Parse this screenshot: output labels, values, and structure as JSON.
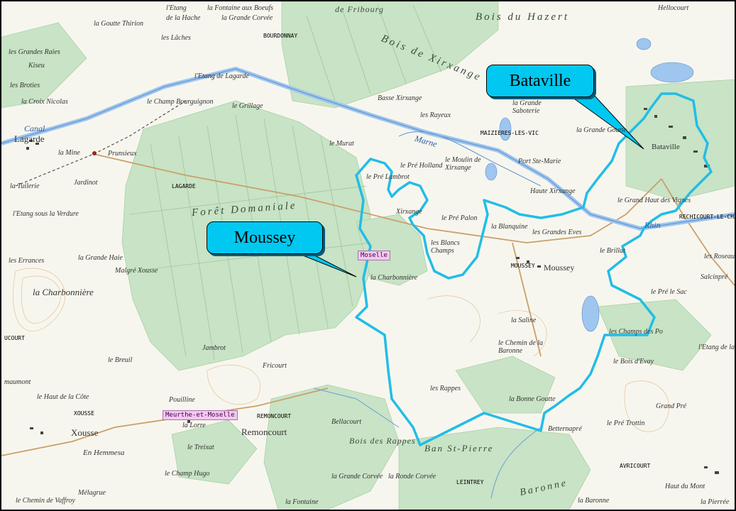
{
  "callouts": {
    "bataville": "Bataville",
    "moussey": "Moussey"
  },
  "departments": {
    "moselle": "Moselle",
    "meurthe": "Meurthe-et-Moselle"
  },
  "communes": {
    "bourdonnay": "BOURDONNAY",
    "maizieres": "MAIZIERES-LES-VIC",
    "lagarde": "LAGARDE",
    "rechicourt": "RECHICOURT-LE-CHATE",
    "moussey": "MOUSSEY",
    "xousse": "XOUSSE",
    "remoncourt": "REMONCOURT",
    "avricourt": "AVRICOURT",
    "leintrey": "LEINTREY",
    "ucourt": "UCOURT"
  },
  "places": {
    "foret_domaniale": "Forêt Domaniale",
    "bois_de_xirxange": "Bois de Xirxange",
    "bois_du_hazert": "Bois du Hazert",
    "de_fribourg": "de Fribourg",
    "bois_des_rappes": "Bois des Rappes",
    "ban_st_pierre": "Ban St-Pierre",
    "baronne": "Baronne",
    "charbonniere": "la Charbonnière",
    "charbonniere_left": "la Charbonnière",
    "lagarde_town": "Lagarde",
    "xousse_town": "Xousse",
    "remoncourt_town": "Remoncourt",
    "moussey_town": "Moussey",
    "bataville_town": "Bataville",
    "xirxange": "Xirxange",
    "canal": "Canal",
    "marne": "Marne",
    "rhin": "Rhin",
    "la_tuilerie": "la Tuilerie",
    "la_mine": "la Mine",
    "jardinot": "Jardinot",
    "prunsieux": "Prunsieux",
    "malgre_xousse": "Malgré Xousse",
    "la_grande_haie": "la Grande Haie",
    "le_breuil": "le Breuil",
    "le_haut_de_la_cote": "le Haut de la Côte",
    "en_hemmesa": "En Hemmesa",
    "le_champ_hugo": "le Champ Hugo",
    "les_rappes": "les Rappes",
    "la_saline": "la Saline",
    "la_bonne_goutte": "la Bonne Goutte",
    "les_champs_des_po": "les Champs des Po",
    "le_pre_le_sac": "le Pré le Sac",
    "port_ste_marie": "Port Ste-Marie",
    "la_grande_goutte": "la Grande Goutte",
    "le_grand_haut_des_vignes": "le Grand Haut des Vignes",
    "les_grandes_eves": "les Grandes Eves",
    "les_blancs_champs": "les Blancs Champs",
    "le_pre_palon": "le Pré Palon",
    "le_pre_holland": "le Pré Holland",
    "le_murat": "le Murat",
    "kiseu": "Kiseu",
    "les_broties": "les Broties",
    "le_champ_bourguignon": "le Champ Bourguignon",
    "fricourt": "Fricourt",
    "jambrot": "Jambrot",
    "les_roseaux": "les Roseaux",
    "grand_pre": "Grand Pré",
    "la_grande_corvee": "la Grande Corvée",
    "la_fontaine": "la Fontaine",
    "melagrue": "Mélagrue",
    "le_chemin_de_vaffroy": "le Chemin de Vaffroy",
    "le_bois_devay": "le Bois d'Evay",
    "l_etang_de_la": "l'Etang de la",
    "la_baronne": "la Baronne",
    "les_grandes_raies": "les Grandes Raies",
    "la_goutte_thirion": "la Goutte Thirion",
    "les_laches": "les Lâches",
    "l_etang_de_lagarde": "l'Etang de Lagarde",
    "le_grillage": "le Grillage",
    "la_croix_nicolas": "la Croix Nicolas",
    "l_etang_sous_la_verdure": "l'Etang sous la Verdure",
    "les_errances": "les Errances",
    "maumont": "maumont",
    "pouilline": "Pouilline",
    "la_lorre": "la Lorre",
    "le_treixat": "le Treixat",
    "bellacourt": "Bellacourt",
    "la_grande_corvee_s": "la Grande Corvée",
    "la_ronde_corvee": "la Ronde Corvée",
    "betternapre": "Betternapré",
    "le_pre_trottin": "le Pré Trottin",
    "salcinpre": "Salcinpré",
    "haut_du_mont": "Haut du Mont",
    "la_pierree": "la Pierrée",
    "la_grande_saboterie": "la Grande Saboterie",
    "hautes_xirxange": "Haute Xirxange",
    "les_rayeux": "les Rayeux",
    "moulin_de_xirxange": "le Moulin de Xirxange",
    "basse_xirxange": "Basse Xirxange",
    "le_chemin_de_la_baronne": "le Chemin de la Baronne",
    "la_fontaine_aux_boeufs": "la Fontaine aux Boeufs",
    "de_la_hache": "de la Hache",
    "l_etang": "l'Etang",
    "hellocourt": "Hellocourt",
    "le_brillat": "le Brillat",
    "la_blanquine": "la Blanquine",
    "le_pre_lambrot": "le Pré Lambrot"
  },
  "colors": {
    "forest": "#c8e3c5",
    "farmland": "#f7f6ee",
    "boundary": "#22bde6",
    "water": "#9fc6ee",
    "callout": "#00c8f0",
    "dept_tag": "#f2c8f0"
  }
}
